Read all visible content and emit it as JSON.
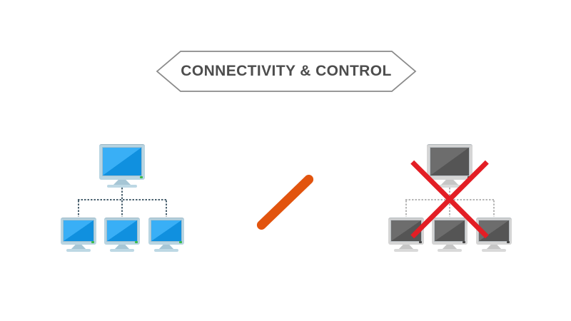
{
  "banner": {
    "title": "CONNECTIVITY & CONTROL",
    "shape": "pointed-hexagon-ribbon",
    "border_color": "#8a8a8a",
    "fill_color": "#ffffff",
    "text_color": "#4d4d4d"
  },
  "separator": {
    "icon": "slash-icon",
    "color": "#e2540e"
  },
  "networks": {
    "connected": {
      "name": "connected-network",
      "status": "online",
      "monitor_count": 4,
      "topology": "one hub monitor linked to three client monitors with dotted lines",
      "colors": {
        "frame": "#b9d5e2",
        "screen_light": "#39aff6",
        "screen_dark": "#1090df",
        "connector": "#4a616f",
        "power_led": "#3dbc4a"
      }
    },
    "disconnected": {
      "name": "disconnected-network",
      "status": "offline",
      "monitor_count": 4,
      "topology": "one hub monitor linked to three client monitors with dotted lines",
      "overlay": "red-x-icon",
      "colors": {
        "frame": "#d5d5d5",
        "screen_light": "#6d6d6d",
        "screen_dark": "#555555",
        "connector": "#b6b6b6",
        "x_mark": "#e31e25"
      }
    }
  }
}
